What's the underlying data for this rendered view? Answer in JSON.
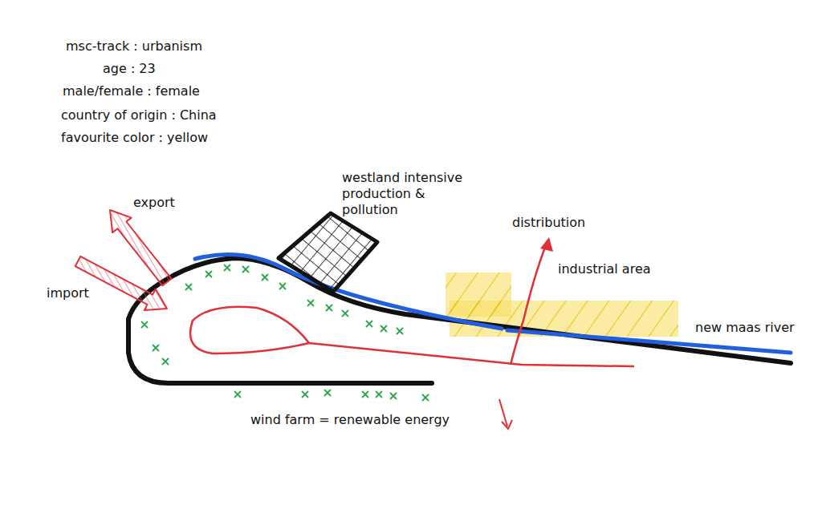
{
  "diagram": {
    "labels": [
      "msc-track : urbanism",
      "age : 23",
      "male/female : female",
      "country of origin : China",
      "favourite color : yellow",
      "westland intensive production & pollution",
      "export",
      "import",
      "distribution",
      "industrial area",
      "new maas river",
      "wind farm = renewable energy"
    ]
  }
}
